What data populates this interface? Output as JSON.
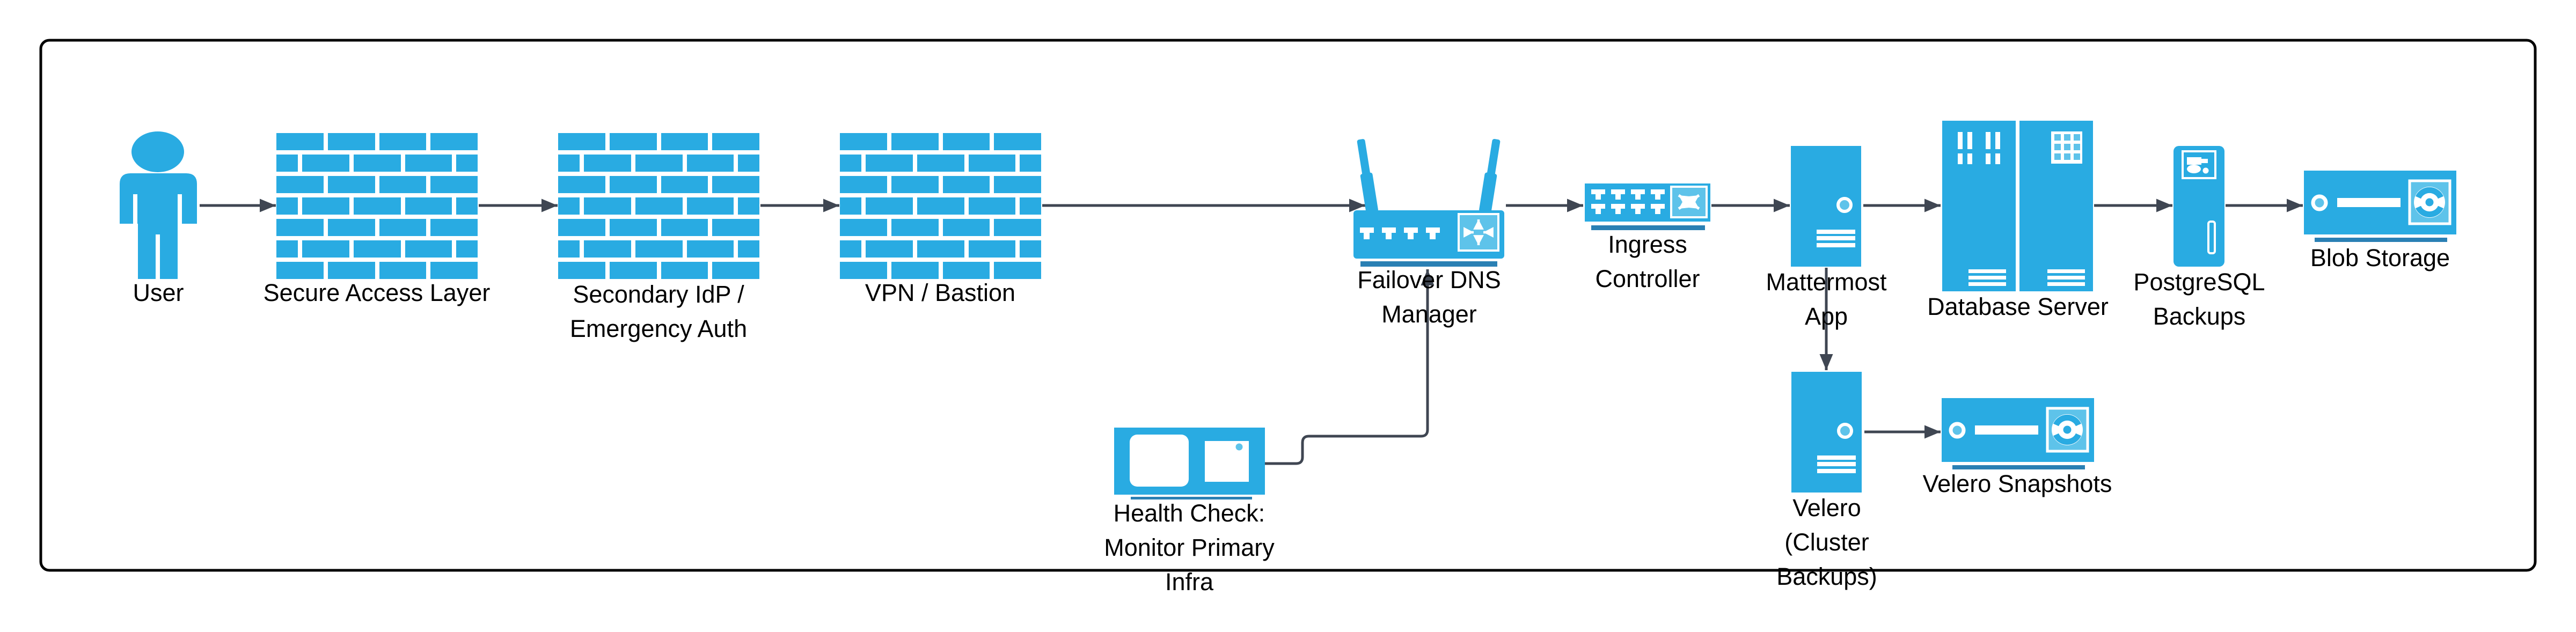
{
  "diagram": {
    "type": "architecture-flow-diagram",
    "colors": {
      "node_fill": "#29abe2",
      "node_fill_light": "#5ec3ea",
      "node_shadow_bar": "#2a80b4",
      "connector": "#3f4652",
      "frame_border": "#000000",
      "text": "#000000",
      "background": "#ffffff"
    },
    "nodes": [
      {
        "id": "user",
        "label": "User",
        "icon": "person-icon"
      },
      {
        "id": "secure-access-layer",
        "label": "Secure Access Layer",
        "icon": "firewall-icon"
      },
      {
        "id": "secondary-idp-emergency-auth",
        "label": "Secondary IdP /\nEmergency Auth",
        "icon": "firewall-icon"
      },
      {
        "id": "vpn-bastion",
        "label": "VPN / Bastion",
        "icon": "firewall-icon"
      },
      {
        "id": "failover-dns-manager",
        "label": "Failover DNS\nManager",
        "icon": "wireless-router-icon"
      },
      {
        "id": "ingress-controller",
        "label": "Ingress\nController",
        "icon": "network-switch-icon"
      },
      {
        "id": "mattermost-app",
        "label": "Mattermost\nApp",
        "icon": "server-icon"
      },
      {
        "id": "database-server",
        "label": "Database Server",
        "icon": "server-rack-icon"
      },
      {
        "id": "postgresql-backups",
        "label": "PostgreSQL\nBackups",
        "icon": "tower-server-icon"
      },
      {
        "id": "blob-storage",
        "label": "Blob Storage",
        "icon": "storage-disk-icon"
      },
      {
        "id": "health-check-monitor-primary-infra",
        "label": "Health Check:\nMonitor Primary\nInfra",
        "icon": "monitor-icon"
      },
      {
        "id": "velero-cluster-backups",
        "label": "Velero\n(Cluster\nBackups)",
        "icon": "server-icon"
      },
      {
        "id": "velero-snapshots",
        "label": "Velero Snapshots",
        "icon": "storage-disk-icon"
      }
    ],
    "edges": [
      {
        "from": "user",
        "to": "secure-access-layer"
      },
      {
        "from": "secure-access-layer",
        "to": "secondary-idp-emergency-auth"
      },
      {
        "from": "secondary-idp-emergency-auth",
        "to": "vpn-bastion"
      },
      {
        "from": "vpn-bastion",
        "to": "failover-dns-manager"
      },
      {
        "from": "failover-dns-manager",
        "to": "ingress-controller"
      },
      {
        "from": "ingress-controller",
        "to": "mattermost-app"
      },
      {
        "from": "mattermost-app",
        "to": "database-server"
      },
      {
        "from": "database-server",
        "to": "postgresql-backups"
      },
      {
        "from": "postgresql-backups",
        "to": "blob-storage"
      },
      {
        "from": "health-check-monitor-primary-infra",
        "to": "failover-dns-manager"
      },
      {
        "from": "mattermost-app",
        "to": "velero-cluster-backups"
      },
      {
        "from": "velero-cluster-backups",
        "to": "velero-snapshots"
      }
    ]
  }
}
